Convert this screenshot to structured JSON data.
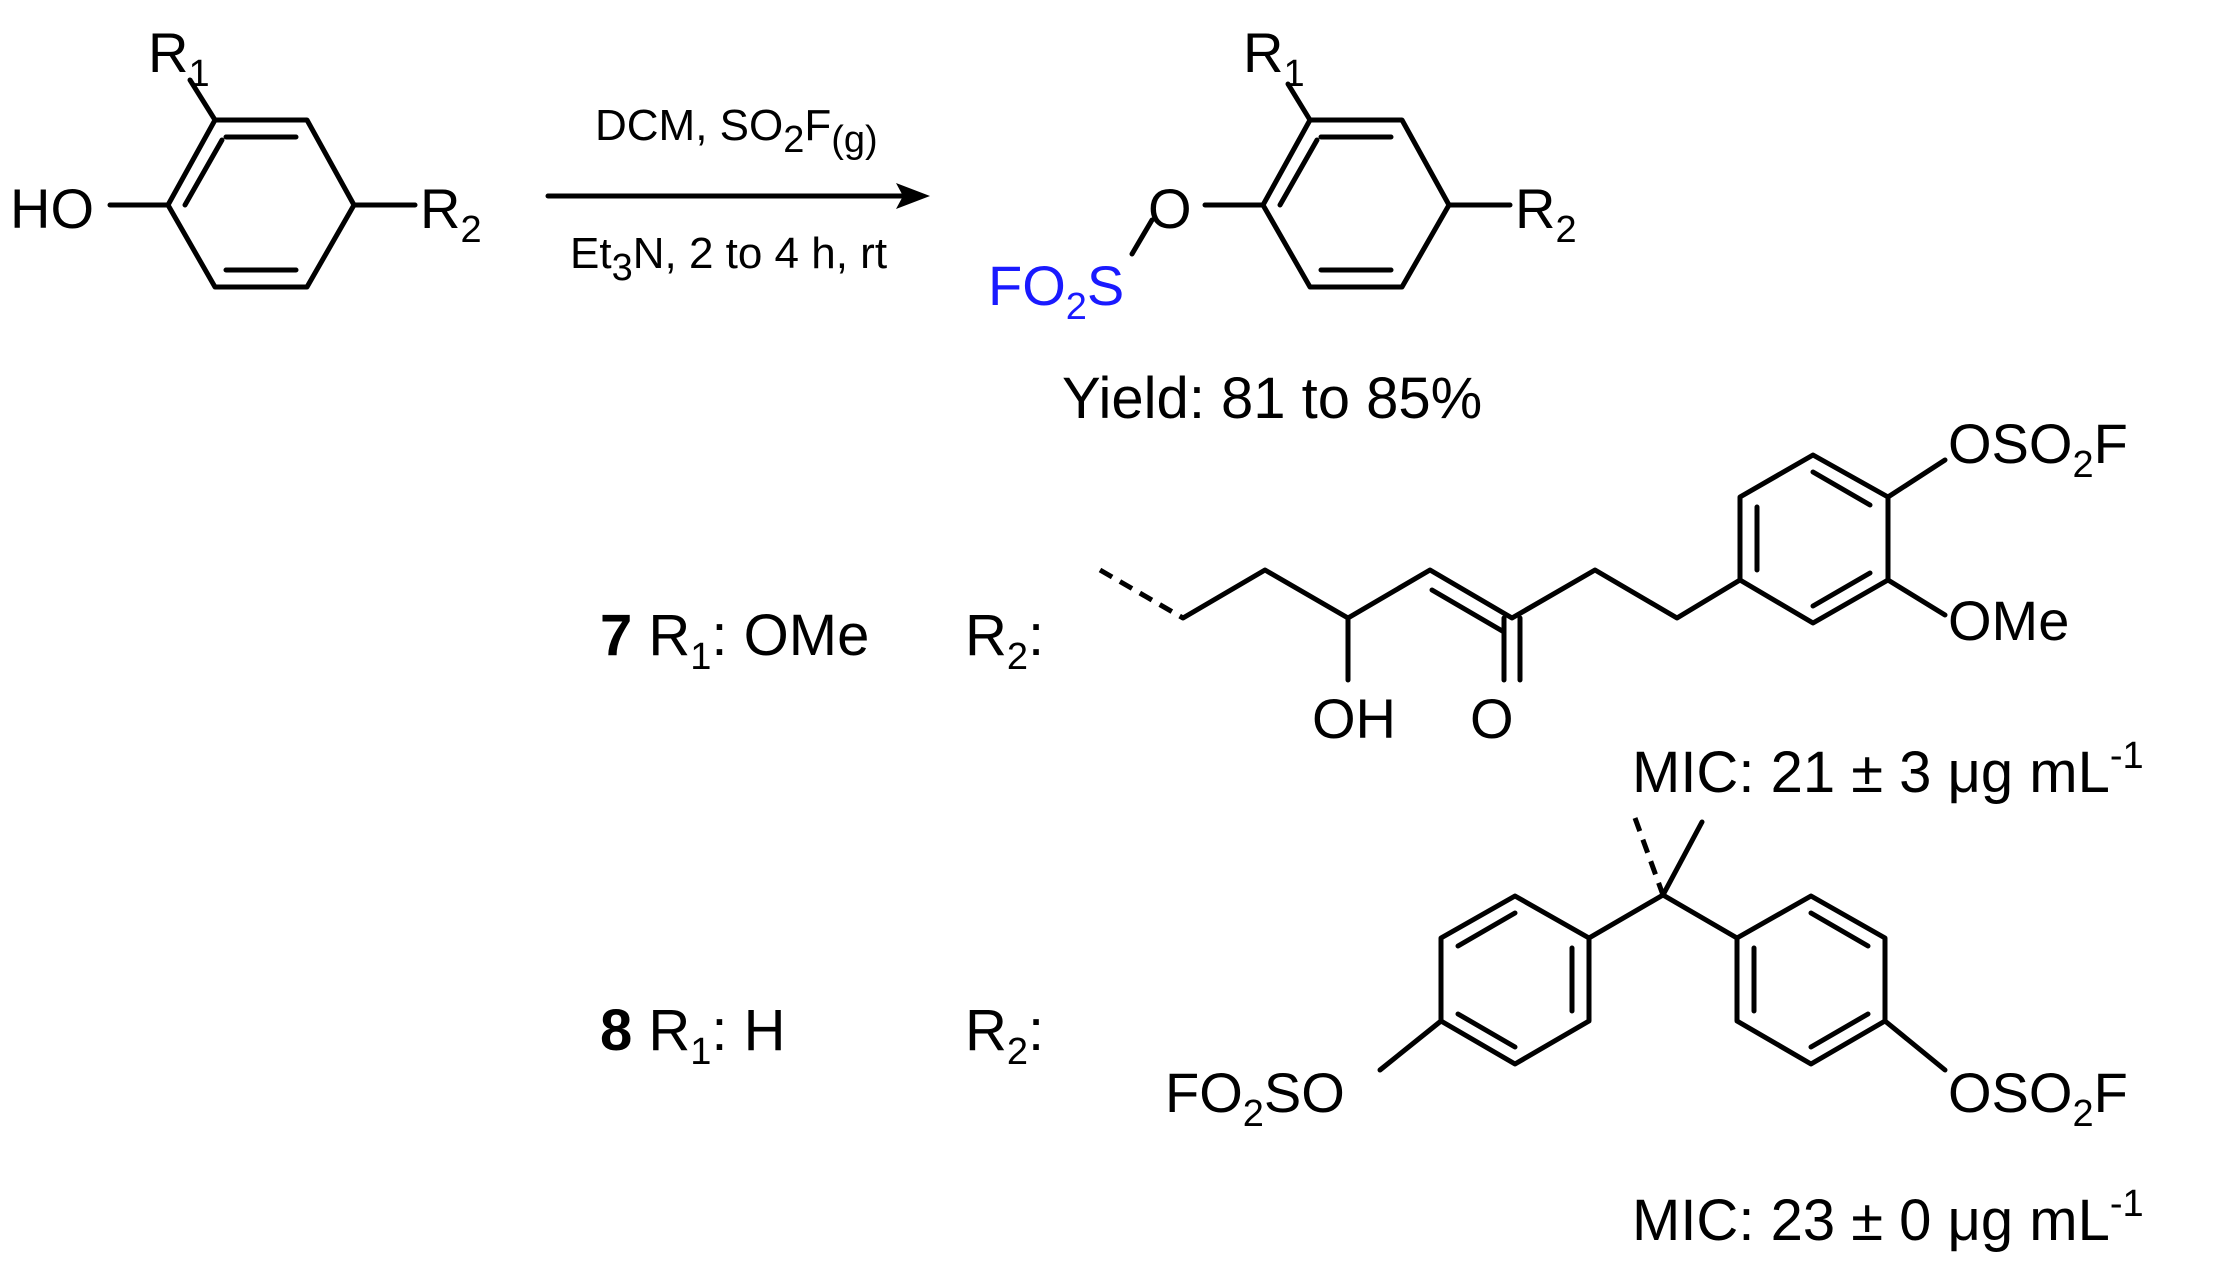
{
  "colors": {
    "ink": "#000000",
    "fluorosulfate": "#1a1aff"
  },
  "reagents": {
    "line1_a": "DCM, SO",
    "line1_sub": "2",
    "line1_b": "F",
    "line1_phase": "(g)",
    "line2_a": "Et",
    "line2_sub": "3",
    "line2_b": "N, 2 to 4 h, rt"
  },
  "reactant": {
    "ho": "HO",
    "r": "R",
    "r1_sub": "1",
    "r2_sub": "2"
  },
  "product": {
    "fo": "FO",
    "fo_sub": "2",
    "s": "S",
    "o": "O",
    "r": "R",
    "r1_sub": "1",
    "r2_sub": "2"
  },
  "yield": "Yield: 81 to 85%",
  "compounds": [
    {
      "number": "7",
      "r1_prefix": "R",
      "r1_sub": "1",
      "r1_value": ": OMe",
      "r2_prefix": "R",
      "r2_sub": "2",
      "r2_colon": ":",
      "substituents": {
        "oso2f_a": "OSO",
        "oso2f_sub": "2",
        "oso2f_b": "F",
        "ome": "OMe",
        "oh": "OH",
        "carbonyl_o": "O"
      },
      "mic_label": "MIC:",
      "mic_value": "21 ± 3 μg mL",
      "mic_exp": "-1"
    },
    {
      "number": "8",
      "r1_prefix": "R",
      "r1_sub": "1",
      "r1_value": ": H",
      "r2_prefix": "R",
      "r2_sub": "2",
      "r2_colon": ":",
      "substituents": {
        "left_a": "FO",
        "left_sub": "2",
        "left_b": "SO",
        "right_a": "OSO",
        "right_sub": "2",
        "right_b": "F"
      },
      "mic_label": "MIC:",
      "mic_value": "23 ± 0 μg mL",
      "mic_exp": "-1"
    }
  ]
}
